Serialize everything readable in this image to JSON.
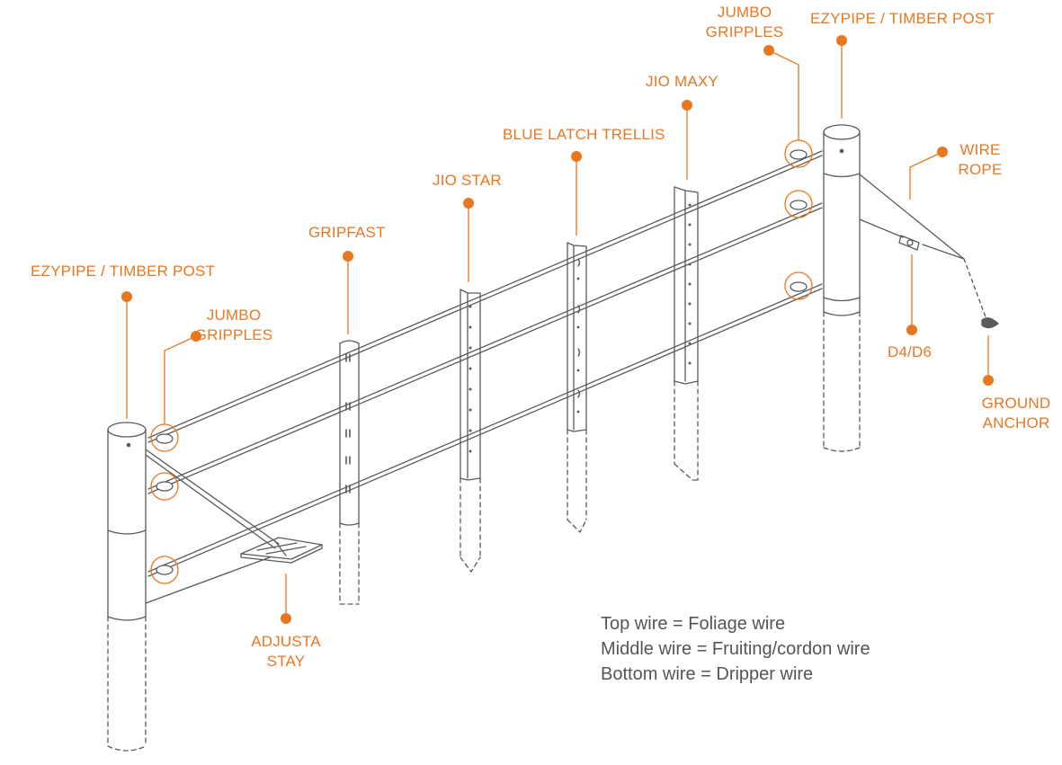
{
  "colors": {
    "accent": "#e87722",
    "line": "#5a5a5a",
    "legend_text": "#555555"
  },
  "labels": {
    "post_left": "EZYPIPE / TIMBER POST",
    "gripples_left_1": "JUMBO",
    "gripples_left_2": "GRIPPLES",
    "gripfast": "GRIPFAST",
    "jio_star": "JIO STAR",
    "blue_latch_trellis": "BLUE LATCH TRELLIS",
    "jio_maxy": "JIO MAXY",
    "gripples_right_1": "JUMBO",
    "gripples_right_2": "GRIPPLES",
    "post_right": "EZYPIPE / TIMBER POST",
    "wire_rope_1": "WIRE",
    "wire_rope_2": "ROPE",
    "d4_d6": "D4/D6",
    "ground_anchor_1": "GROUND",
    "ground_anchor_2": "ANCHOR",
    "adjusta_stay_1": "ADJUSTA",
    "adjusta_stay_2": "STAY"
  },
  "legend": [
    "Top wire = Foliage wire",
    "Middle wire = Fruiting/cordon wire",
    "Bottom wire = Dripper wire"
  ]
}
